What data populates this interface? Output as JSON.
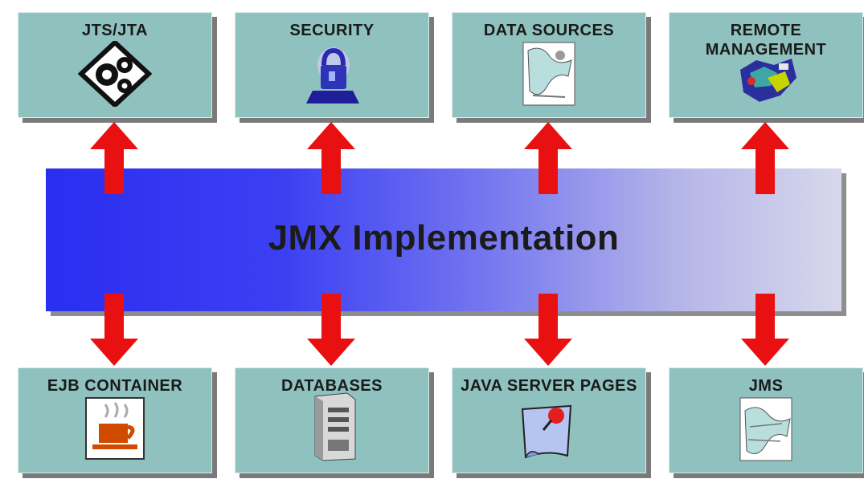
{
  "center": {
    "label": "JMX Implementation"
  },
  "top_services": [
    {
      "label": "JTS/JTA",
      "icon": "gears-icon"
    },
    {
      "label": "SECURITY",
      "icon": "lock-icon"
    },
    {
      "label": "DATA SOURCES",
      "icon": "document-icon"
    },
    {
      "label": "REMOTE\nMANAGEMENT",
      "icon": "network-icon"
    }
  ],
  "bottom_services": [
    {
      "label": "EJB CONTAINER",
      "icon": "coffee-cup-icon"
    },
    {
      "label": "DATABASES",
      "icon": "server-tower-icon"
    },
    {
      "label": "JAVA SERVER PAGES",
      "icon": "pushpin-page-icon"
    },
    {
      "label": "JMS",
      "icon": "message-map-icon"
    }
  ],
  "colors": {
    "box": "#8fc1bf",
    "band_start": "#2a2ef0",
    "band_end": "#d7d7ec",
    "arrow": "#e81010"
  }
}
